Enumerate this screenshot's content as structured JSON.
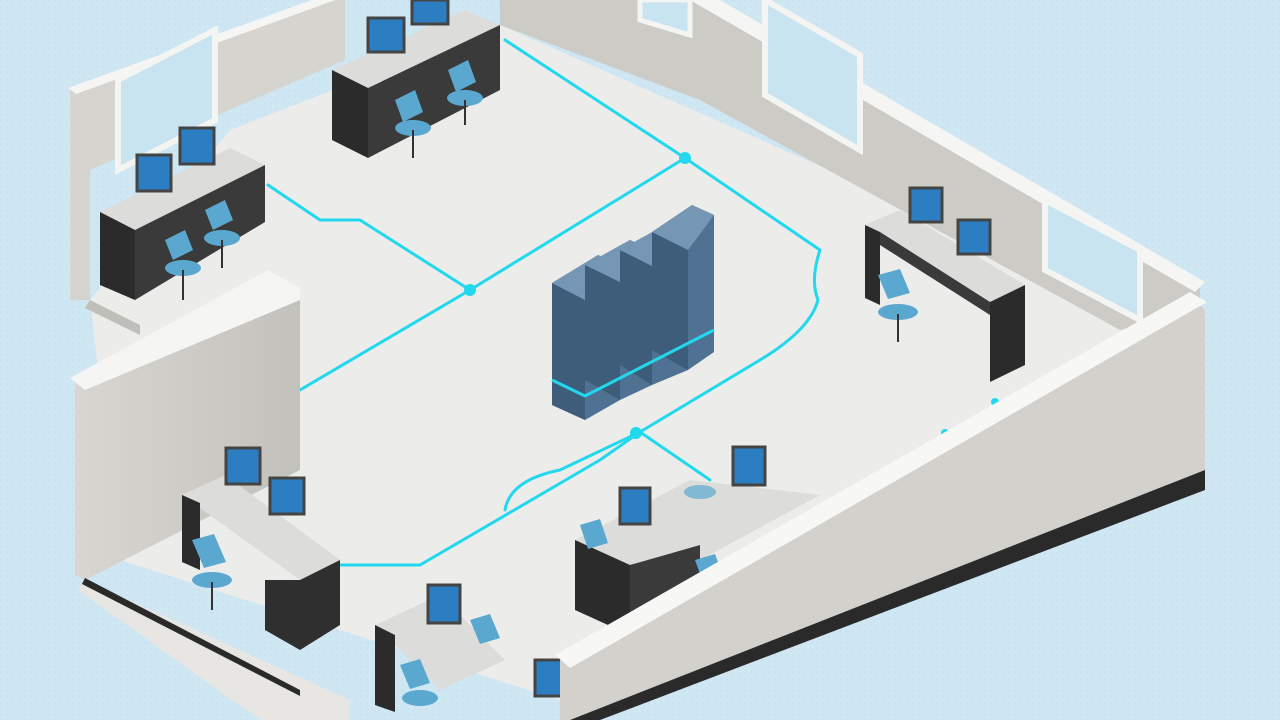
{
  "scene": {
    "subject": "isometric-office-network",
    "colors": {
      "background": "#cfe6f3",
      "floor": "#ededeb",
      "wall_top": "#f7f7f5",
      "wall_inner": "#c9c7c2",
      "wall_outer": "#dad8d3",
      "network_line": "#22d8ee",
      "server": "#4d6f8f",
      "desk": "#2a2a2a",
      "desk_top": "#dcdcda",
      "chair": "#5aa8cf",
      "monitor_screen": "#2b7ec2"
    },
    "counts": {
      "server_racks": 4,
      "workstations": 7
    }
  }
}
